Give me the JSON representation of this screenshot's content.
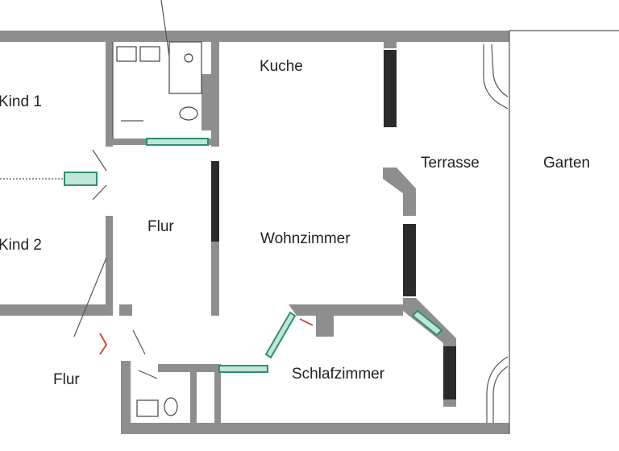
{
  "rooms": [
    {
      "id": "kind1",
      "label": "Kind 1"
    },
    {
      "id": "kind2",
      "label": "Kind 2"
    },
    {
      "id": "flur_top",
      "label": "Flur"
    },
    {
      "id": "flur_bottom",
      "label": "Flur"
    },
    {
      "id": "kuche",
      "label": "Kuche"
    },
    {
      "id": "wohnzimmer",
      "label": "Wohnzimmer"
    },
    {
      "id": "terrasse",
      "label": "Terrasse"
    },
    {
      "id": "garten",
      "label": "Garten"
    },
    {
      "id": "schlafzimmer",
      "label": "Schlafzimmer"
    }
  ],
  "colors": {
    "wall": "#8e8e8e",
    "door_leaf": "#bfe6d8",
    "door_stroke": "#2f8f6f",
    "window": "#2b2b2b",
    "marker": "#d23b2a"
  }
}
